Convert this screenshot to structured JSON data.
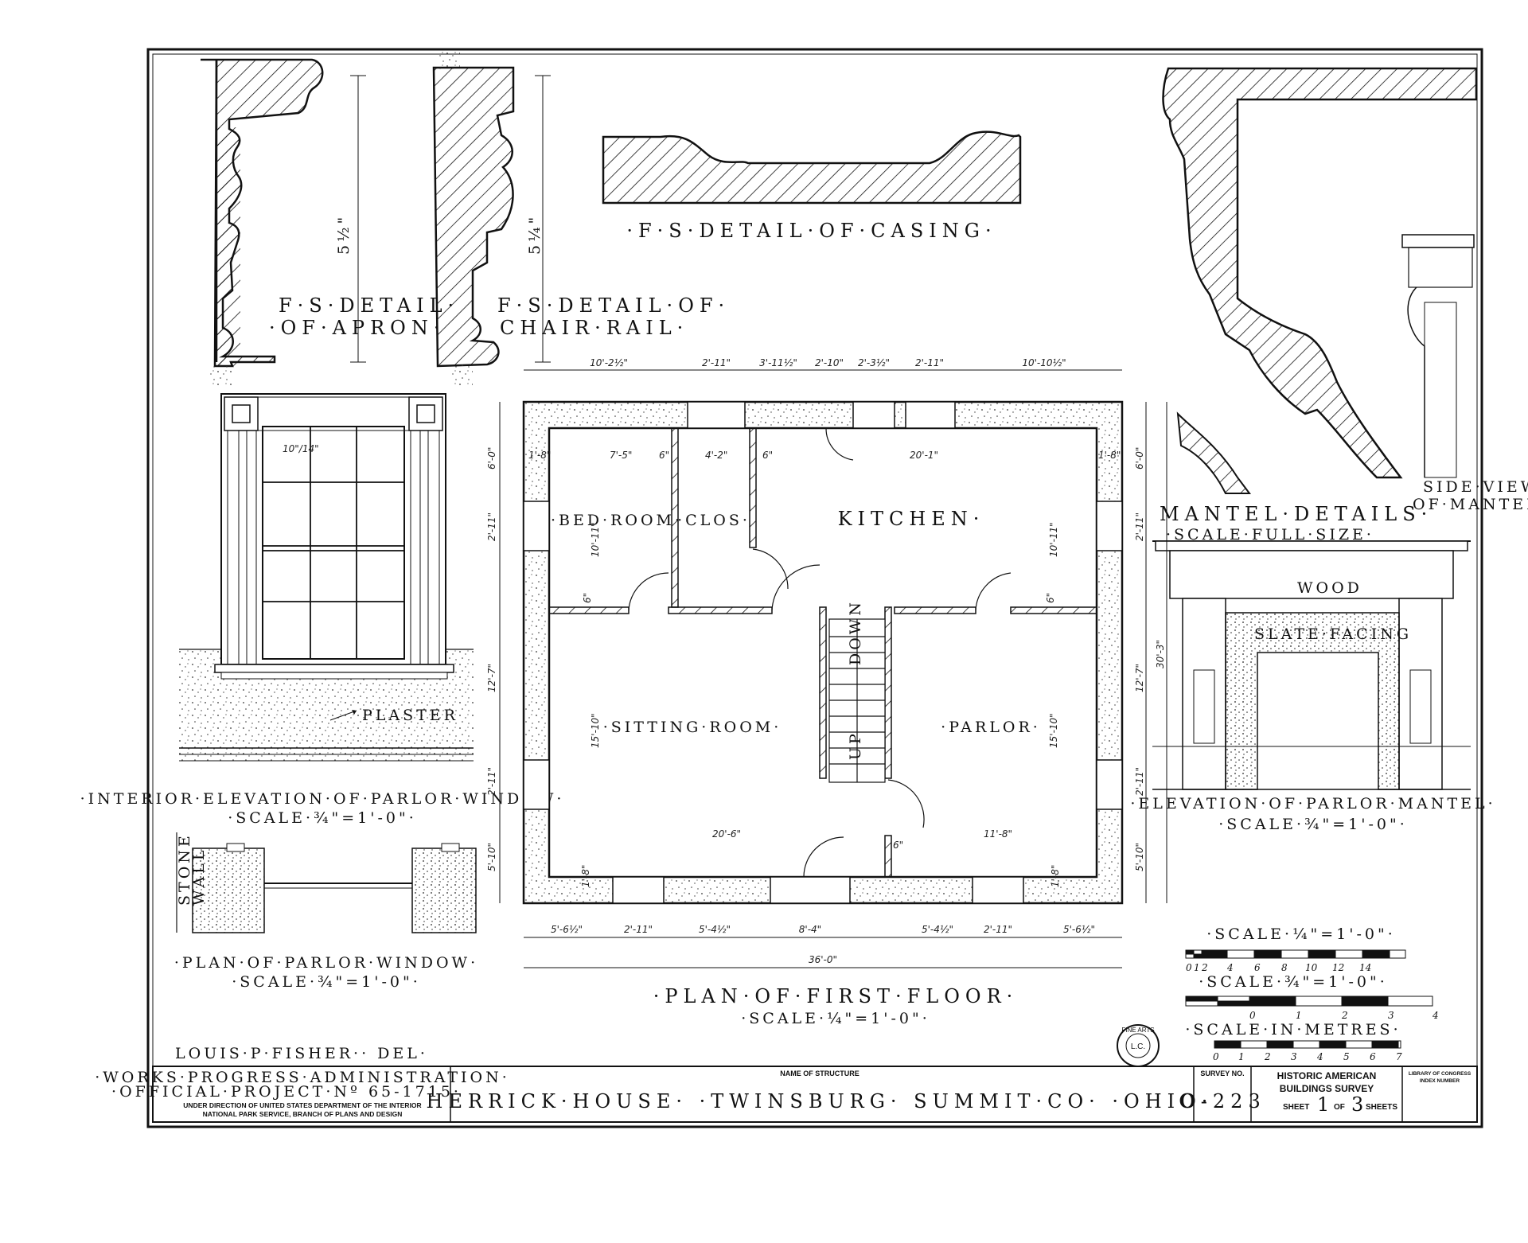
{
  "sheet_title": {
    "structure_name_label": "NAME OF STRUCTURE",
    "structure_name": "HERRICK·HOUSE· ·TWINSBURG· SUMMIT·CO· ·OHIO·",
    "agency_line1": "·WORKS·PROGRESS·ADMINISTRATION·",
    "agency_line2": "·OFFICIAL·PROJECT·Nº 65-1715·",
    "agency_line3": "UNDER DIRECTION OF UNITED STATES DEPARTMENT OF THE INTERIOR",
    "agency_line4": "NATIONAL PARK SERVICE, BRANCH OF PLANS AND DESIGN",
    "survey_label": "SURVEY NO.",
    "survey_number": "O-223",
    "habs_line1": "HISTORIC AMERICAN",
    "habs_line2": "BUILDINGS SURVEY",
    "sheet_word": "SHEET",
    "sheet_number": "1",
    "of_word": "OF",
    "sheet_total": "3",
    "sheets_word": "SHEETS",
    "loc_line1": "LIBRARY OF CONGRESS",
    "loc_line2": "INDEX NUMBER",
    "delineator": "LOUIS·P·FISHER·· DEL·",
    "stamp_top": "FINE ARTS",
    "stamp_center": "L.C."
  },
  "details": {
    "apron_title_1": "F·S·DETAIL·",
    "apron_title_2": "·OF·APRON·",
    "apron_dim": "5½\"",
    "chair_title_1": "F·S·DETAIL·OF·",
    "chair_title_2": "CHAIR·RAIL·",
    "chair_dim": "5¼\"",
    "casing_title": "·F·S·DETAIL·OF·CASING·",
    "mantel_details_title": "MANTEL·DETAILS·",
    "mantel_details_scale": "·SCALE·FULL·SIZE·",
    "side_view_1": "SIDE·VIEW·",
    "side_view_2": "OF·MANTEL·"
  },
  "window_elevation": {
    "pane_label": "10\"/14\"",
    "plaster_label": "PLASTER",
    "title": "·INTERIOR·ELEVATION·OF·PARLOR·WINDOW·",
    "scale": "·SCALE·¾\"=1'-0\"·"
  },
  "window_plan": {
    "stone_wall_1": "STONE",
    "stone_wall_2": "WALL",
    "title": "·PLAN·OF·PARLOR·WINDOW·",
    "scale": "·SCALE·¾\"=1'-0\"·"
  },
  "mantel_elevation": {
    "wood_label": "WOOD",
    "slate_label": "SLATE·FACING",
    "title": "·ELEVATION·OF·PARLOR·MANTEL·",
    "scale": "·SCALE·¾\"=1'-0\"·"
  },
  "floor_plan": {
    "title": "·PLAN·OF·FIRST·FLOOR·",
    "scale": "·SCALE·¼\"=1'-0\"·",
    "rooms": {
      "bedroom": "·BED·ROOM·",
      "closet": "·CLOS·",
      "kitchen": "KITCHEN·",
      "sitting": "·SITTING·ROOM·",
      "parlor": "·PARLOR·",
      "down": "DOWN",
      "up": "UP"
    },
    "top_dims": [
      "10'-2½\"",
      "2'-11\"",
      "3'-11½\"",
      "2'-10\"",
      "2'-3½\"",
      "2'-11\"",
      "10'-10½\""
    ],
    "bottom_dims": [
      "5'-6½\"",
      "2'-11\"",
      "5'-4½\"",
      "8'-4\"",
      "5'-4½\"",
      "2'-11\"",
      "5'-6½\""
    ],
    "overall_width": "36'-0\"",
    "overall_depth": "30'-3\"",
    "left_dims": [
      "6'-0\"",
      "2'-11\"",
      "12'-7\"",
      "2'-11\"",
      "5'-10\""
    ],
    "right_dims": [
      "6'-0\"",
      "2'-11\"",
      "12'-7\"",
      "2'-11\"",
      "5'-10\""
    ],
    "interior_dims": {
      "wall_left": "1'-8\"",
      "wall_right": "1'-8\"",
      "bedroom_width": "7'-5\"",
      "partition_a": "6\"",
      "closet_width": "4'-2\"",
      "partition_b": "6\"",
      "kitchen_width": "20'-1\"",
      "bedroom_depth": "10'-11\"",
      "kitchen_depth": "10'-11\"",
      "partition_c": "6\"",
      "partition_d": "6\"",
      "sitting_depth": "15'-10\"",
      "parlor_depth": "15'-10\"",
      "sitting_width": "20'-6\"",
      "partition_e": "6\"",
      "parlor_width": "11'-8\"",
      "wall_bl": "1'-8\"",
      "wall_br": "1'-8\""
    }
  },
  "scales": {
    "quarter_title": "·SCALE·¼\"=1'-0\"·",
    "quarter_ticks": [
      "0",
      "1",
      "2",
      "4",
      "6",
      "8",
      "10",
      "12",
      "14"
    ],
    "threequarter_title": "·SCALE·¾\"=1'-0\"·",
    "threequarter_ticks": [
      "0",
      "1",
      "2",
      "3",
      "4"
    ],
    "metres_title": "·SCALE·IN·METRES·",
    "metres_ticks": [
      "0",
      "1",
      "2",
      "3",
      "4",
      "5",
      "6",
      "7"
    ]
  }
}
